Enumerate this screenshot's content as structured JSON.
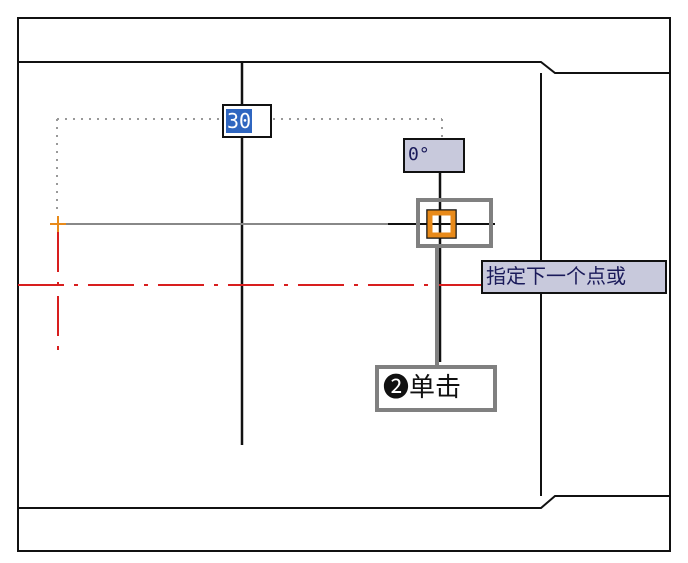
{
  "length_input": {
    "value": "30"
  },
  "angle_input": {
    "value": "0°"
  },
  "tooltip": {
    "text": "指定下一个点或"
  },
  "callout": {
    "text": "❷单击"
  },
  "colors": {
    "centerline": "#d81e1e",
    "snap": "#e88a1a",
    "tooltip_bg": "#c8c9dc",
    "selection": "#2f66c0"
  }
}
